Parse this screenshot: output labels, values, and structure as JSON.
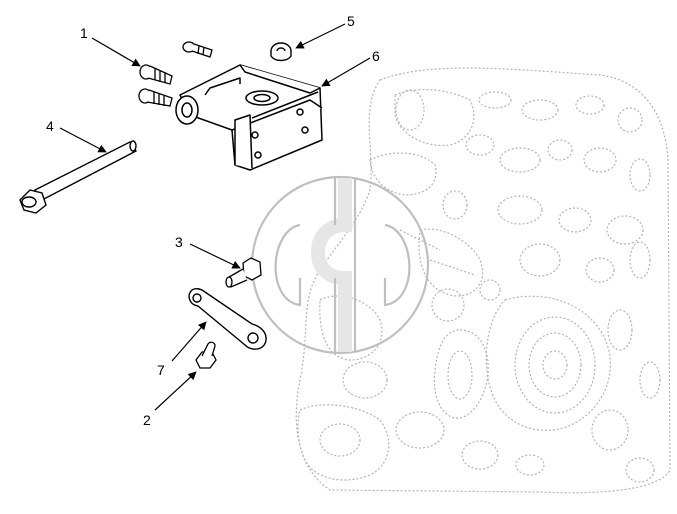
{
  "diagram": {
    "callouts": [
      {
        "id": "c1",
        "label": "1"
      },
      {
        "id": "c2",
        "label": "2"
      },
      {
        "id": "c3",
        "label": "3"
      },
      {
        "id": "c4",
        "label": "4"
      },
      {
        "id": "c5",
        "label": "5"
      },
      {
        "id": "c6",
        "label": "6"
      },
      {
        "id": "c7",
        "label": "7"
      }
    ],
    "watermark": {
      "type": "logo",
      "color": "#bfbfbf"
    },
    "colors": {
      "line": "#000000",
      "engine_outline": "#b3b3b3"
    }
  }
}
